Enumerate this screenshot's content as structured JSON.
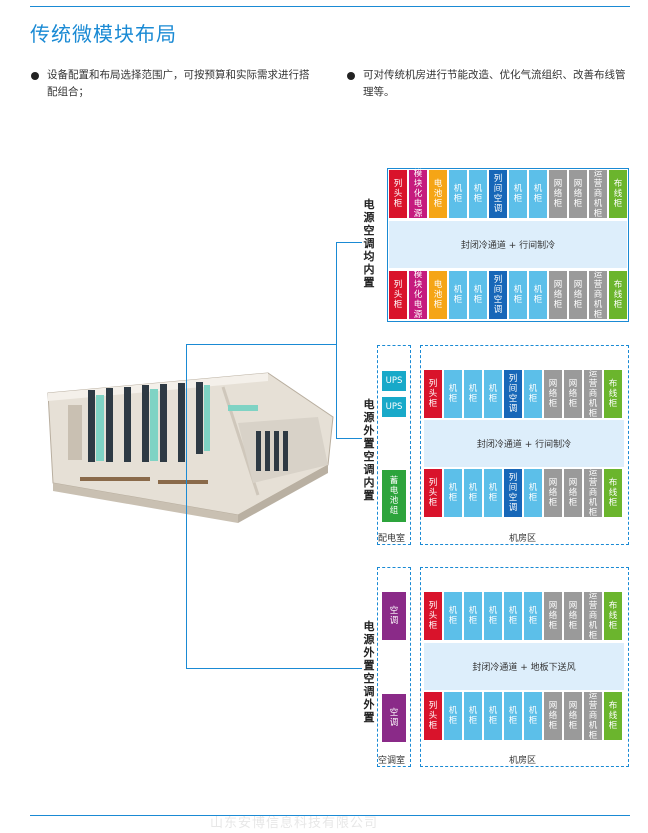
{
  "header": {
    "title": "传统微模块布局"
  },
  "bullets": [
    "设备配置和布局选择范围广，可按预算和实际需求进行搭配组合；",
    "可对传统机房进行节能改造、优化气流组织、改善布线管理等。"
  ],
  "colors": {
    "accent": "#1a8ad4",
    "red": "#d9132b",
    "magenta": "#c51b7e",
    "orange": "#f5a516",
    "lightblue": "#5cbfe9",
    "blue": "#1767b8",
    "gray": "#9a9a9a",
    "green": "#6bb52d",
    "purple": "#8a2a88",
    "teal": "#18a9c9",
    "darkgreen": "#2da43c",
    "lane": "#ddeefb"
  },
  "section1": {
    "label": "电源空调均内置",
    "row": [
      "列头柜",
      "模块化电源",
      "电池柜",
      "机柜",
      "机柜",
      "列间空调",
      "机柜",
      "机柜",
      "网络柜",
      "网络柜",
      "运营商机柜",
      "布线柜"
    ],
    "aisle": "封闭冷通道 + 行间制冷"
  },
  "section2": {
    "label": "电源外置空调内置",
    "power_room": {
      "ups1": "UPS",
      "ups2": "UPS",
      "battery": "蓄电池组",
      "name": "配电室"
    },
    "row": [
      "列头柜",
      "机柜",
      "机柜",
      "机柜",
      "列间空调",
      "机柜",
      "网络柜",
      "网络柜",
      "运营商机柜",
      "布线柜"
    ],
    "aisle": "封闭冷通道 + 行间制冷",
    "zone_name": "机房区"
  },
  "section3": {
    "label": "电源外置空调外置",
    "ac_room": {
      "ac1": "空调",
      "ac2": "空调",
      "name": "空调室"
    },
    "row": [
      "列头柜",
      "机柜",
      "机柜",
      "机柜",
      "机柜",
      "机柜",
      "网络柜",
      "网络柜",
      "运营商机柜",
      "布线柜"
    ],
    "aisle": "封闭冷通道 + 地板下送风",
    "zone_name": "机房区"
  },
  "footer": {
    "company": "山东安博信息科技有限公司"
  }
}
